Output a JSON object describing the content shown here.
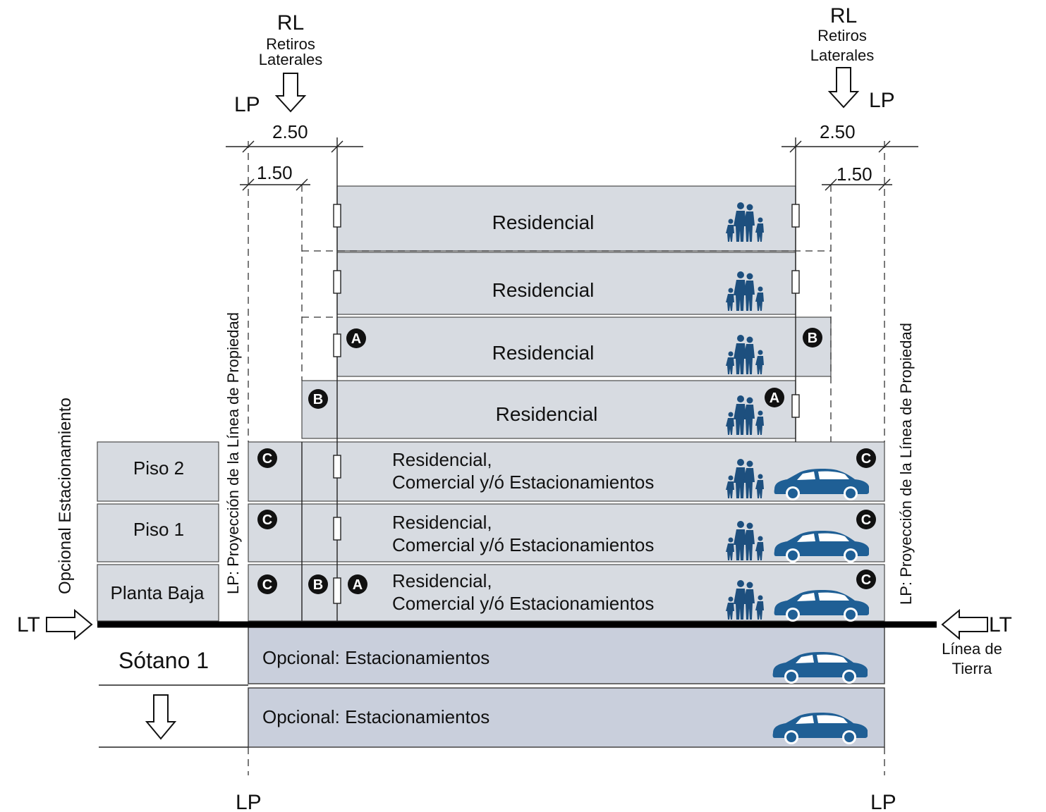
{
  "title_labels": {
    "rl": "RL",
    "retiros_1": "Retiros",
    "laterales": "Laterales",
    "lp": "LP",
    "lt": "LT",
    "linea_de": "Línea de",
    "tierra": "Tierra"
  },
  "dimensions": {
    "outer": "2.50",
    "inner": "1.50"
  },
  "vertical_labels": {
    "left_outer": "Opcional Estacionamiento",
    "left_inner": "LP:  Proyección de la Línea de  Propiedad",
    "right_inner": "LP:  Proyección de  la Línea de  Propiedad"
  },
  "floors": {
    "residencial": "Residencial",
    "residencial_comma": "Residencial,",
    "comercial": "Comercial y/ó Estacionamientos",
    "opcional": "Opcional:  Estacionamientos",
    "piso2": "Piso 2",
    "piso1": "Piso 1",
    "planta_baja": "Planta Baja",
    "sotano1": "Sótano 1"
  },
  "badges": {
    "a": "A",
    "b": "B",
    "c": "C"
  },
  "colors": {
    "slab": "#d7dbe1",
    "basement": "#c9cfdc",
    "icon_blue": "#1d4f7e",
    "badge": "#111111"
  },
  "icons": [
    "people-icon",
    "car-icon",
    "arrow-down-icon",
    "arrow-right-icon",
    "arrow-left-icon"
  ]
}
